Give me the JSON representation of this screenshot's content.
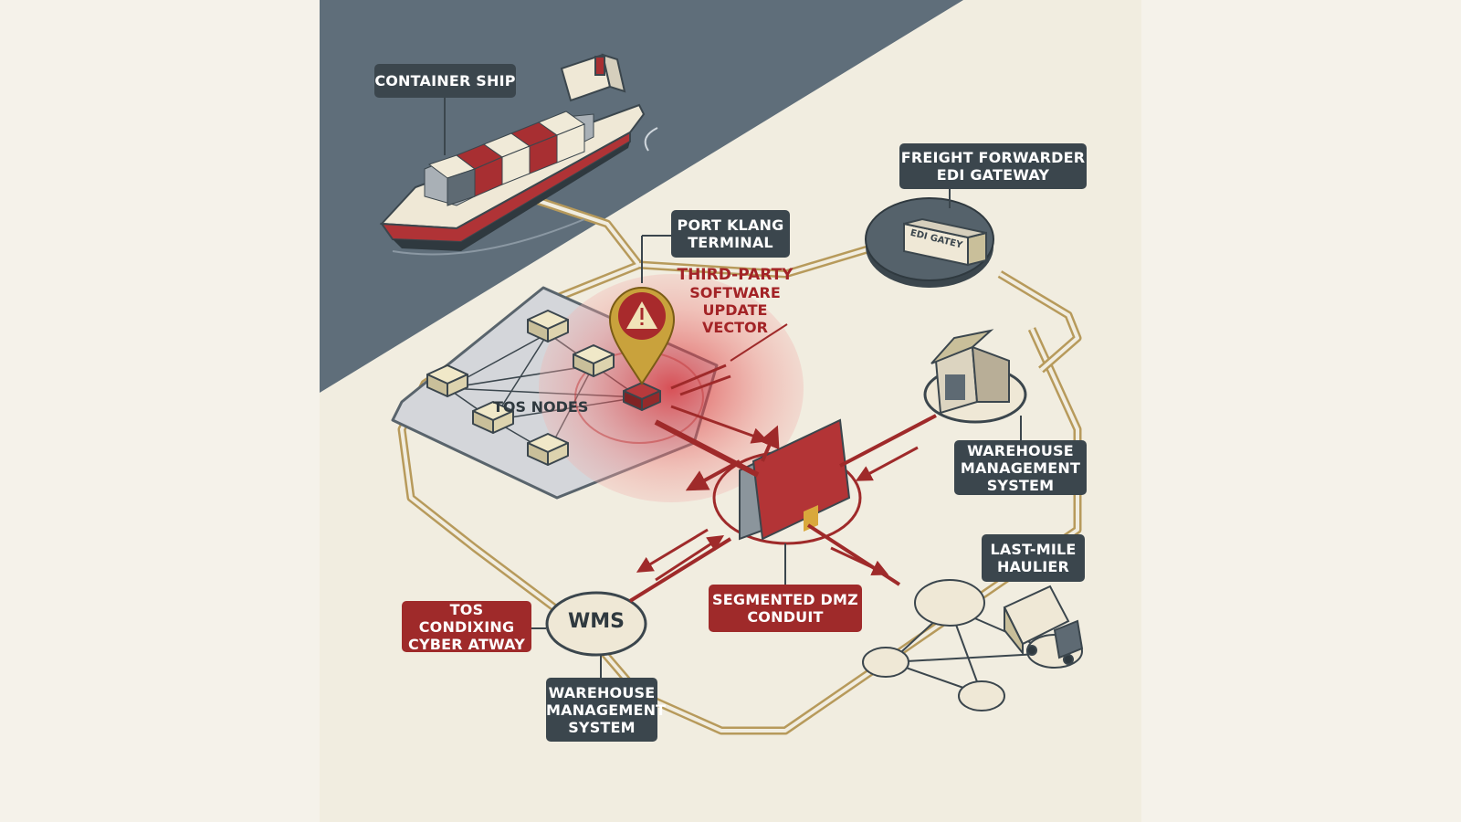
{
  "labels": {
    "container_ship": "CONTAINER SHIP",
    "freight_forwarder": [
      "FREIGHT FORWARDER",
      "EDI GATEWAY"
    ],
    "port_klang": [
      "PORT KLANG",
      "TERMINAL"
    ],
    "third_party_vector": [
      "THIRD-PARTY",
      "SOFTWARE",
      "UPDATE",
      "VECTOR"
    ],
    "tos_nodes": "TOS NODES",
    "edi_gateway_sign": "EDI GATEY",
    "warehouse_right": [
      "WAREHOUSE",
      "MANAGEMENT",
      "SYSTEM"
    ],
    "last_mile_haulier": [
      "LAST-MILE",
      "HAULIER"
    ],
    "segmented_dmz": [
      "SEGMENTED DMZ",
      "CONDUIT"
    ],
    "wms": "WMS",
    "tos_condixing": [
      "TOS CONDIXING",
      "CYBER ATWAY"
    ],
    "warehouse_bottom": [
      "WAREHOUSE",
      "MANAGEMENT",
      "SYSTEM"
    ]
  },
  "icons": {
    "alert_pin": "warning-icon",
    "warehouse": "warehouse-icon",
    "truck": "truck-icon",
    "firewall": "firewall-icon",
    "ship": "ship-icon",
    "gateway": "gateway-icon"
  },
  "colors": {
    "sea": "#5f6e7a",
    "land": "#f1ede0",
    "label_bg": "#3b464d",
    "alert_red": "#9f2a2a",
    "route_gold": "#b79a5b",
    "pin_gold": "#c9a23c"
  }
}
